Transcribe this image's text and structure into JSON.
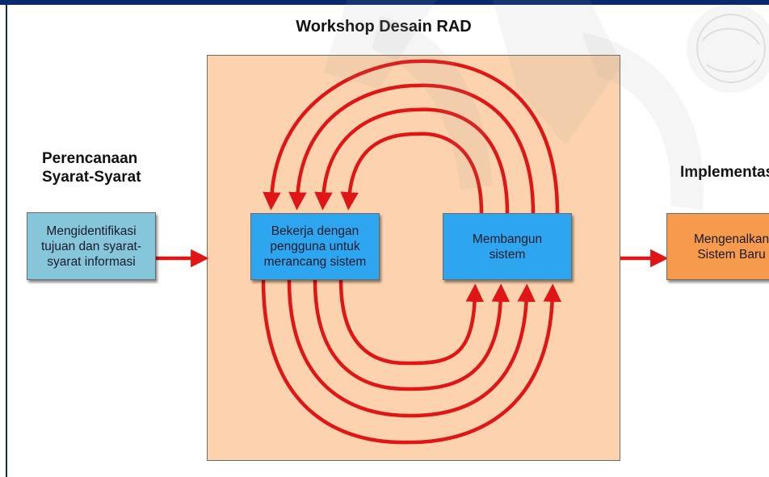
{
  "workshop": {
    "title": "Workshop Desain RAD"
  },
  "planning": {
    "title": "Perencanaan\nSyarat-Syarat",
    "box_text": "Mengidentifikasi\ntujuan dan syarat-\nsyarat informasi"
  },
  "work_box": {
    "text": "Bekerja dengan\npengguna untuk\nmerancang sistem"
  },
  "build_box": {
    "text": "Membangun\nsistem"
  },
  "implementation": {
    "title": "Implementasi",
    "box_text": "Mengenalkan\nSistem Baru"
  },
  "colors": {
    "arrow": "#e01616",
    "workshop_bg": "#fcd3ae",
    "plan_box": "#86c6da",
    "system_box": "#2ea6ef",
    "impl_box": "#f69a4d",
    "frame": "#0a2a6e"
  }
}
